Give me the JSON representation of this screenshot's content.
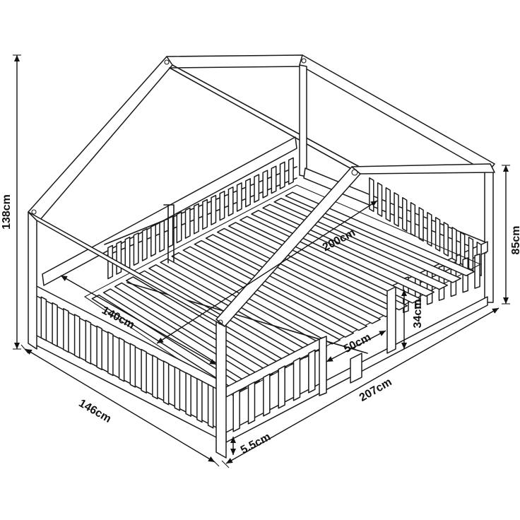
{
  "colors": {
    "line": "#1a1a1a",
    "background": "#ffffff"
  },
  "dimensions": {
    "height_total": "138cm",
    "height_side": "85cm",
    "rail_height": "34cm",
    "mattress_length": "200cm",
    "mattress_width": "140cm",
    "opening_width": "50cm",
    "outer_width": "146cm",
    "outer_length": "207cm",
    "floor_clearance": "5.5cm"
  }
}
